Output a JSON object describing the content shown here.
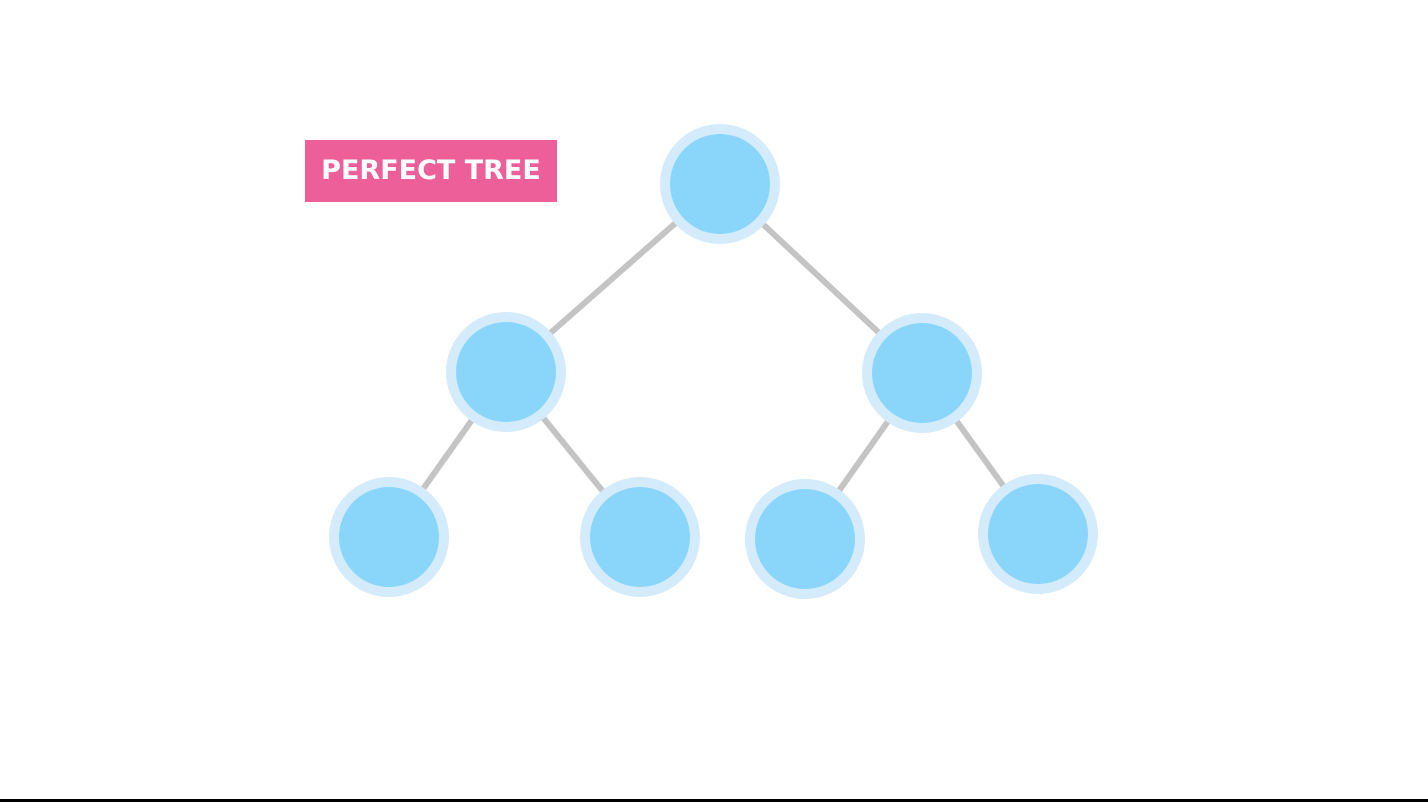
{
  "diagram": {
    "title": "PERFECT TREE",
    "colors": {
      "label_background": "#ec5f98",
      "label_text": "#ffffff",
      "edge": "#c4c4c4",
      "node_fill": "#8ad6fb",
      "node_ring": "#d3ebfb"
    },
    "nodes": [
      {
        "id": "root"
      },
      {
        "id": "left"
      },
      {
        "id": "right"
      },
      {
        "id": "left-left"
      },
      {
        "id": "left-right"
      },
      {
        "id": "right-left"
      },
      {
        "id": "right-right"
      }
    ],
    "edges": [
      {
        "from": "root",
        "to": "left"
      },
      {
        "from": "root",
        "to": "right"
      },
      {
        "from": "left",
        "to": "left-left"
      },
      {
        "from": "left",
        "to": "left-right"
      },
      {
        "from": "right",
        "to": "right-left"
      },
      {
        "from": "right",
        "to": "right-right"
      }
    ]
  }
}
